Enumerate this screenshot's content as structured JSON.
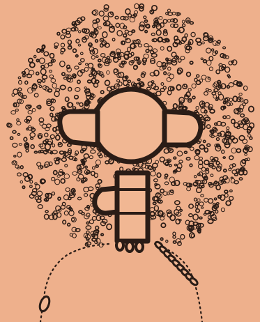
{
  "illustration": {
    "description_name": "cell-structure-engraving",
    "colors": {
      "paper": "#eeb08c",
      "ink": "#2a1c16",
      "ink_soft": "#4a3428",
      "hollow": "#f1b793"
    },
    "speckle_count": 1400,
    "membrane_bead_count": 9
  }
}
